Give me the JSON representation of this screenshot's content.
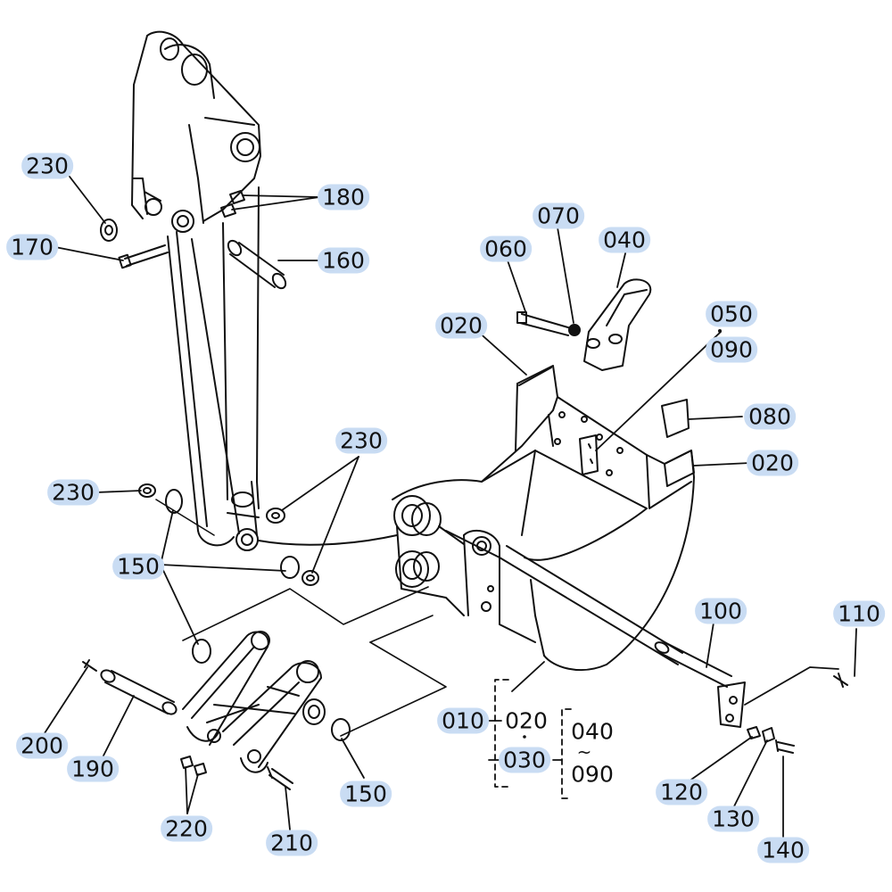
{
  "diagram": {
    "callouts": {
      "p230_top": "230",
      "p170": "170",
      "p180": "180",
      "p160": "160",
      "p230_mid": "230",
      "p230_left": "230",
      "p150_left": "150",
      "p200": "200",
      "p190": "190",
      "p220": "220",
      "p210": "210",
      "p150_bottom": "150",
      "p060": "060",
      "p070": "070",
      "p040": "040",
      "p050": "050",
      "p090_top": "090",
      "p020_top": "020",
      "p080": "080",
      "p020_right": "020",
      "p100": "100",
      "p110": "110",
      "p010": "010",
      "p030": "030",
      "p120": "120",
      "p130": "130",
      "p140": "140"
    },
    "group": {
      "sub_020": "020",
      "sub_040": "040",
      "tilde": "~",
      "sub_090": "090"
    }
  }
}
